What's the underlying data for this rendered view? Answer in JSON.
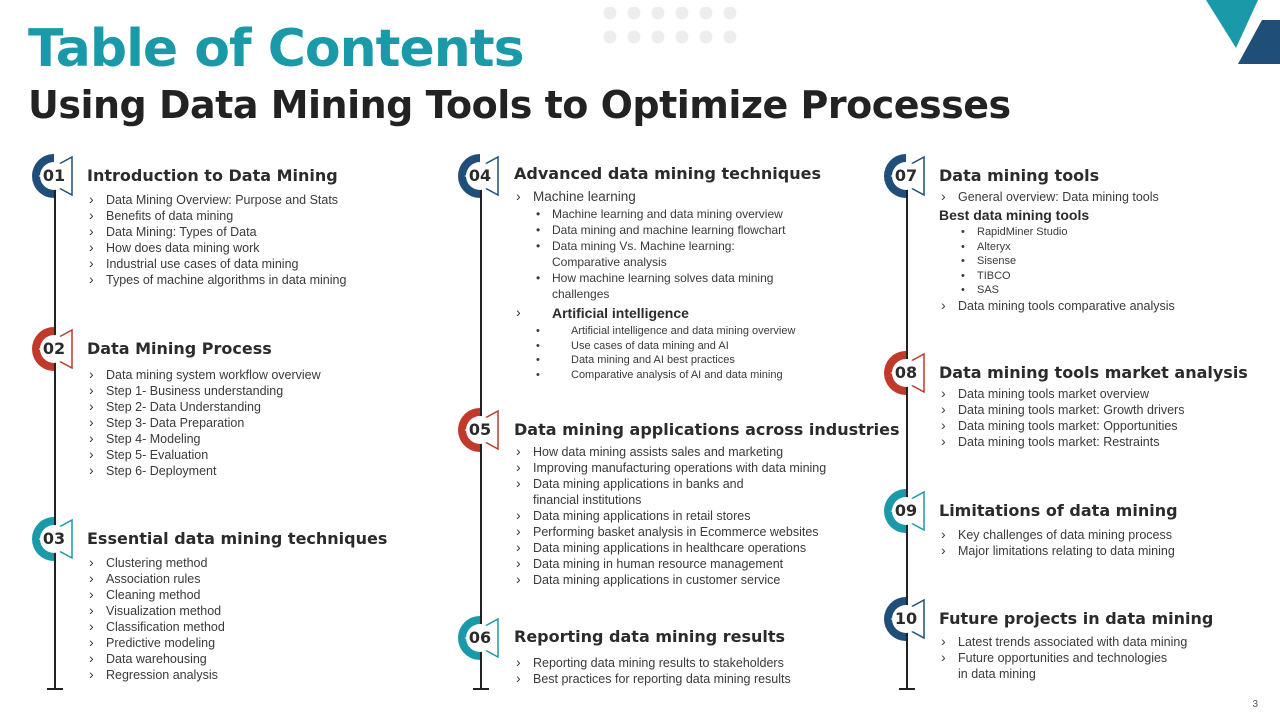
{
  "header": {
    "title": "Table of Contents",
    "subtitle": "Using Data Mining Tools to Optimize Processes"
  },
  "colors": {
    "teal": "#1a9aa8",
    "navy": "#1f4e79",
    "red": "#c0392b"
  },
  "sections": {
    "s01": {
      "num": "01",
      "title": "Introduction to Data Mining",
      "items": [
        "Data Mining Overview:  Purpose and Stats",
        "Benefits of data mining",
        "Data Mining: Types of Data",
        "How does data mining work",
        "Industrial use cases of data mining",
        "Types of machine algorithms in data mining"
      ]
    },
    "s02": {
      "num": "02",
      "title": "Data Mining Process",
      "items": [
        "Data mining system workflow  overview",
        "Step 1- Business understanding",
        "Step 2- Data Understanding",
        "Step 3- Data Preparation",
        "Step 4- Modeling",
        "Step 5- Evaluation",
        "Step 6- Deployment"
      ]
    },
    "s03": {
      "num": "03",
      "title": "Essential  data mining techniques",
      "items": [
        "Clustering method",
        "Association rules",
        "Cleaning  method",
        "Visualization method",
        "Classification method",
        "Predictive  modeling",
        "Data warehousing",
        "Regression  analysis"
      ]
    },
    "s04": {
      "num": "04",
      "title": "Advanced data mining techniques",
      "item1": "Machine learning",
      "ml_items": [
        "Machine learning and data mining overview",
        "Data mining and machine learning flowchart",
        "Data mining Vs. Machine learning:\nComparative  analysis",
        "How machine learning solves data mining\nchallenges"
      ],
      "ai_head": "Artificial intelligence",
      "ai_items": [
        "Artificial intelligence and data mining overview",
        "Use cases of data mining and AI",
        "Data mining and AI best practices",
        "Comparative analysis of AI and data mining"
      ]
    },
    "s05": {
      "num": "05",
      "title": "Data mining applications across  industries",
      "items": [
        "How data mining assists sales and marketing",
        "Improving  manufacturing operations with data mining",
        "Data mining applications in banks and\nfinancial institutions",
        "Data mining applications in retail stores",
        "Performing  basket analysis in Ecommerce websites",
        "Data mining applications in healthcare  operations",
        "Data mining in human resource management",
        "Data mining applications in customer service"
      ]
    },
    "s06": {
      "num": "06",
      "title": "Reporting data mining results",
      "items": [
        "Reporting data mining results to stakeholders",
        "Best practices for reporting data mining results"
      ]
    },
    "s07": {
      "num": "07",
      "title": "Data mining tools",
      "item1": "General overview:  Data mining tools",
      "best_head": "Best data mining tools",
      "tools": [
        "RapidMiner Studio",
        "Alteryx",
        "Sisense",
        "TIBCO",
        "SAS"
      ],
      "item_last": "Data mining tools comparative  analysis"
    },
    "s08": {
      "num": "08",
      "title": "Data mining tools market analysis",
      "items": [
        "Data mining tools market overview",
        "Data mining tools market: Growth drivers",
        "Data mining tools market: Opportunities",
        "Data mining tools market: Restraints"
      ]
    },
    "s09": {
      "num": "09",
      "title": "Limitations of data mining",
      "items": [
        "Key challenges of data mining process",
        "Major limitations relating to data mining"
      ]
    },
    "s10": {
      "num": "10",
      "title": "Future projects in data mining",
      "items": [
        "Latest trends associated with data mining",
        "Future opportunities and technologies\nin data mining"
      ]
    }
  },
  "page_number": "3"
}
